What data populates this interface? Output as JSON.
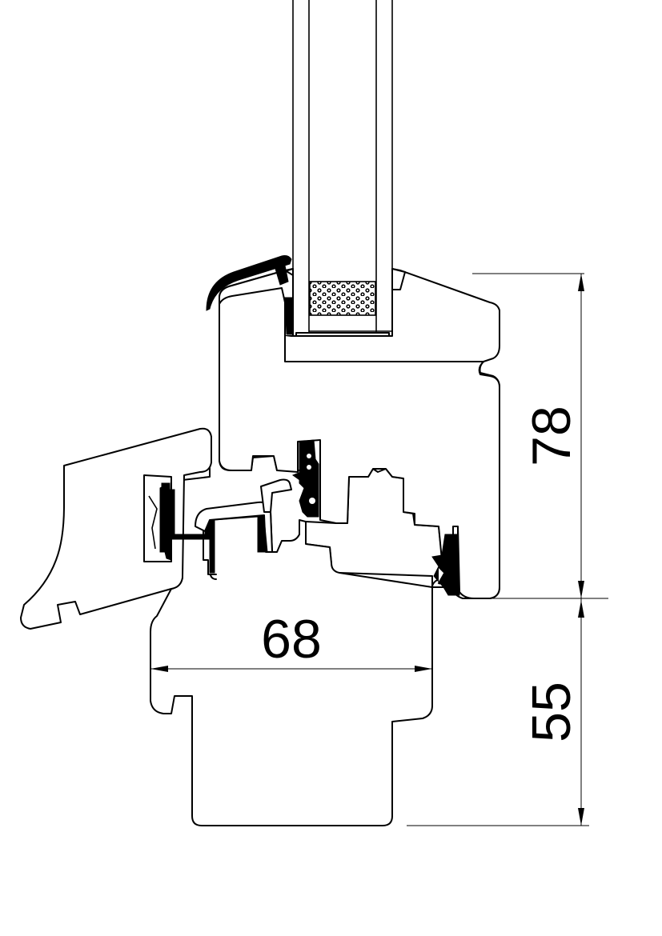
{
  "dimensions": {
    "sash_height": "78",
    "frame_height": "55",
    "frame_width": "68"
  }
}
